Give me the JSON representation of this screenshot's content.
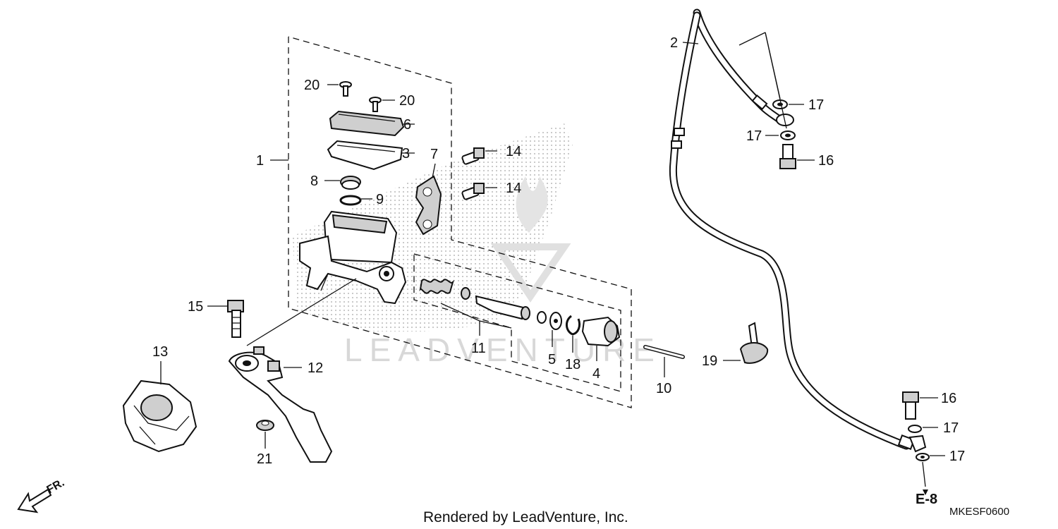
{
  "callouts": {
    "p1": "1",
    "p2": "2",
    "p3": "3",
    "p4": "4",
    "p5": "5",
    "p6": "6",
    "p7": "7",
    "p8": "8",
    "p9": "9",
    "p10": "10",
    "p11": "11",
    "p12": "12",
    "p13": "13",
    "p14a": "14",
    "p14b": "14",
    "p15": "15",
    "p16a": "16",
    "p16b": "16",
    "p17a": "17",
    "p17b": "17",
    "p17c": "17",
    "p17d": "17",
    "p18": "18",
    "p19": "19",
    "p20a": "20",
    "p20b": "20",
    "p21": "21"
  },
  "reference": {
    "label": "E-8"
  },
  "diagram_code": "MKESF0600",
  "footer": "Rendered by LeadVenture, Inc.",
  "watermark": "LEADVENTURE",
  "direction_label": "FR."
}
